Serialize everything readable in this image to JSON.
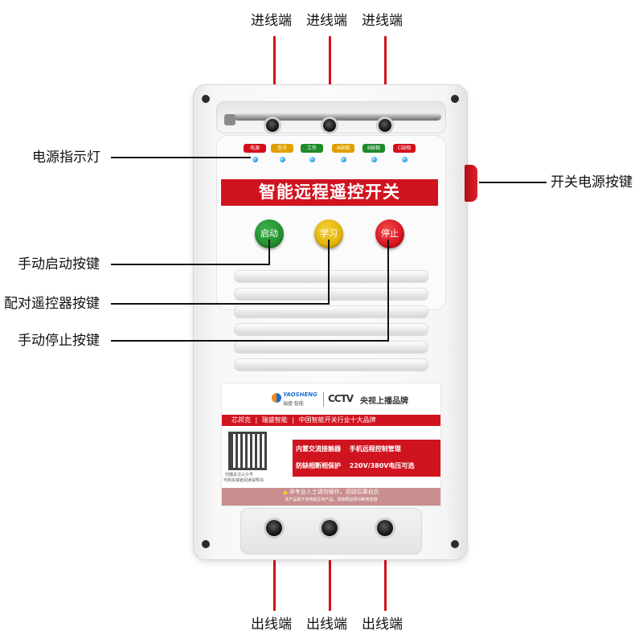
{
  "colors": {
    "red": "#d40f1c",
    "green": "#1f8a2a",
    "yellow": "#e0b000",
    "led_blue": "#2ea3e8",
    "enclosure": "#f4f4f4"
  },
  "callouts": {
    "inputs": [
      "进线端",
      "进线端",
      "进线端"
    ],
    "outputs": [
      "出线端",
      "出线端",
      "出线端"
    ],
    "power_indicator": "电源指示灯",
    "power_switch": "开关电源按键",
    "manual_start": "手动启动按键",
    "pair_remote": "配对遥控器按键",
    "manual_stop": "手动停止按键"
  },
  "device": {
    "banner_title": "智能远程遥控开关",
    "indicators": [
      {
        "label": "电源",
        "color": "#d40f1c"
      },
      {
        "label": "信号",
        "color": "#e0a000"
      },
      {
        "label": "工作",
        "color": "#1f8a2a"
      },
      {
        "label": "A缺相",
        "color": "#e0a000"
      },
      {
        "label": "B缺相",
        "color": "#1f8a2a"
      },
      {
        "label": "C缺相",
        "color": "#d40f1c"
      }
    ],
    "buttons": {
      "start": "启动",
      "learn": "学习",
      "stop": "停止"
    },
    "brand": {
      "logo_text": "YAOSHENG",
      "logo_sub": "瑞盛·智能",
      "cctv": "CCTV",
      "cctv_text": "央视上播品牌"
    },
    "strip": [
      "芯邦克",
      "瑞盛智能",
      "中国智能开关行业十大品牌"
    ],
    "qr_caption": [
      "扫描关注公众号",
      "可购买或者阅读说明书"
    ],
    "features": [
      [
        "内置交流接触器",
        "手机远程控制管理"
      ],
      [
        "防缺相断相保护",
        "220V/380V电压可选"
      ]
    ],
    "warning_main": "非专业人士请勿操作，否则后果自负",
    "warning_sub": "本产品属于强电高压电产品，请按照说明书断电连接"
  }
}
